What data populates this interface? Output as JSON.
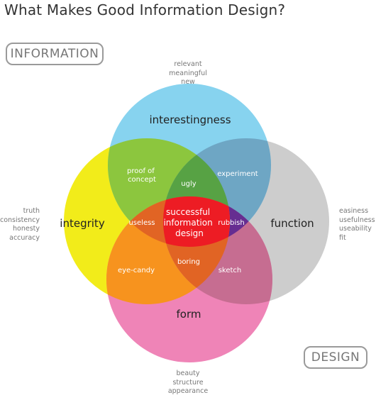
{
  "title": "What Makes Good Information Design?",
  "labels": {
    "information": "INFORMATION",
    "design": "DESIGN"
  },
  "attributes": {
    "interestingness": [
      "relevant",
      "meaningful",
      "new"
    ],
    "integrity": [
      "truth",
      "consistency",
      "honesty",
      "accuracy"
    ],
    "function": [
      "easiness",
      "usefulness",
      "useability",
      "fit"
    ],
    "form": [
      "beauty",
      "structure",
      "appearance"
    ]
  },
  "circles": {
    "interestingness": {
      "label": "interestingness",
      "color": "#87d3ef"
    },
    "integrity": {
      "label": "integrity",
      "color": "#f2ec1a"
    },
    "function": {
      "label": "function",
      "color": "#cdcdcd"
    },
    "form": {
      "label": "form",
      "color": "#ef84b7"
    }
  },
  "intersections": {
    "proof_of_concept": [
      "proof of",
      "concept"
    ],
    "experiment": "experiment",
    "ugly": "ugly",
    "useless": "useless",
    "rubbish": "rubbish",
    "eye_candy": "eye-candy",
    "boring": "boring",
    "sketch": "sketch",
    "center": [
      "successful",
      "information",
      "design"
    ]
  },
  "colors": {
    "green": "#8cc63e",
    "steel_blue": "#6ea6c4",
    "orange": "#f7931e",
    "mauve": "#c66d91",
    "purple": "#662d91",
    "red": "#ed1c24",
    "dark_green": "#57a244",
    "dark_orange": "#e16424"
  }
}
